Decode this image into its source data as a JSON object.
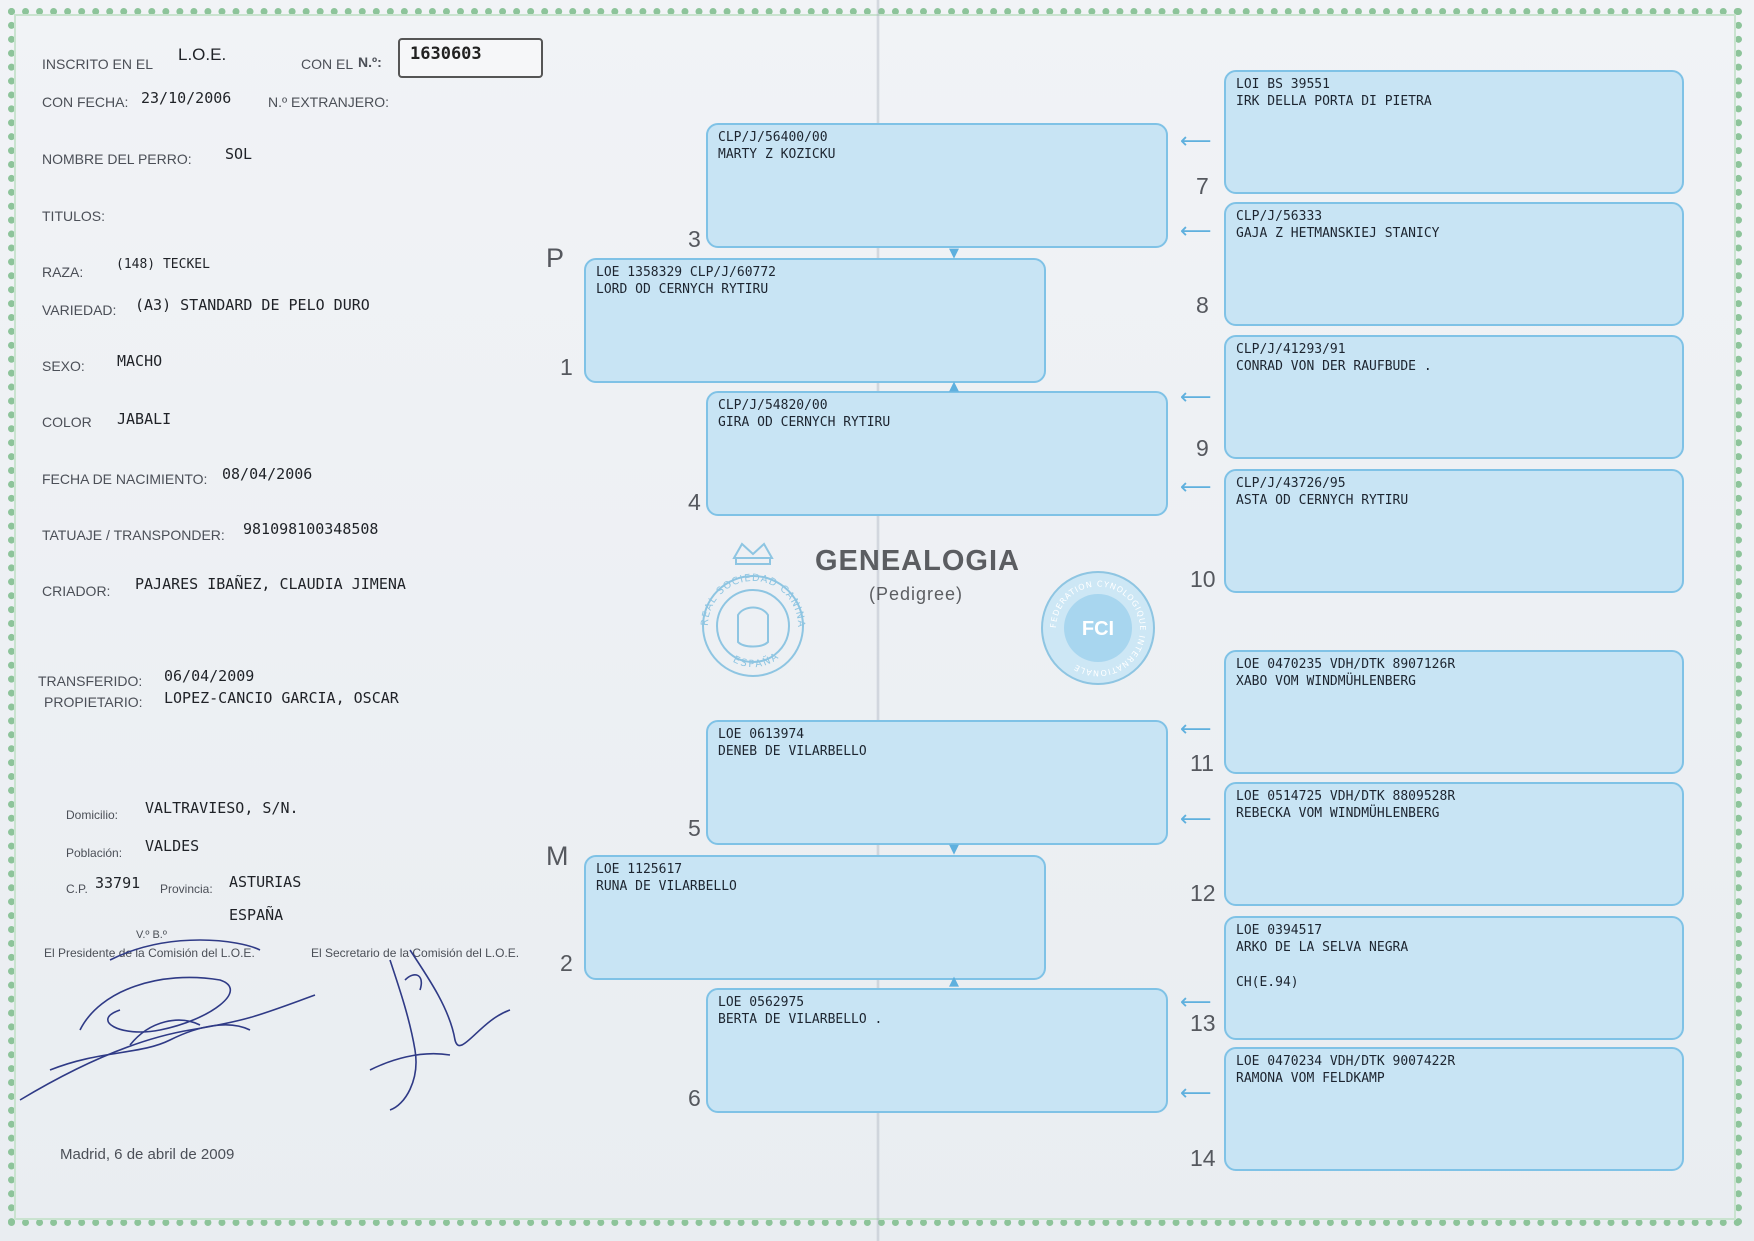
{
  "registry": {
    "inscrito_label": "INSCRITO EN EL",
    "inscrito_value": "L.O.E.",
    "con_el_label": "CON EL",
    "n_label": "N.º:",
    "number": "1630603",
    "con_fecha_label": "CON FECHA:",
    "con_fecha_value": "23/10/2006",
    "extranjero_label": "N.º EXTRANJERO:"
  },
  "dog": {
    "nombre_label": "NOMBRE DEL PERRO:",
    "nombre_value": "SOL",
    "titulos_label": "TITULOS:",
    "raza_label": "RAZA:",
    "raza_value": "(148) TECKEL",
    "variedad_label": "VARIEDAD:",
    "variedad_value": "(A3) STANDARD DE PELO DURO",
    "sexo_label": "SEXO:",
    "sexo_value": "MACHO",
    "color_label": "COLOR",
    "color_value": "JABALI",
    "nacimiento_label": "FECHA DE NACIMIENTO:",
    "nacimiento_value": "08/04/2006",
    "tatuaje_label": "TATUAJE / TRANSPONDER:",
    "tatuaje_value": "981098100348508",
    "criador_label": "CRIADOR:",
    "criador_value": "PAJARES IBAÑEZ, CLAUDIA JIMENA"
  },
  "owner": {
    "transferido_label": "TRANSFERIDO:",
    "transferido_value": "06/04/2009",
    "propietario_label": "PROPIETARIO:",
    "propietario_value": "LOPEZ-CANCIO GARCIA, OSCAR",
    "domicilio_label": "Domicilio:",
    "domicilio_value": "VALTRAVIESO, S/N.",
    "poblacion_label": "Población:",
    "poblacion_value": "VALDES",
    "cp_label": "C.P.",
    "cp_value": "33791",
    "provincia_label": "Provincia:",
    "provincia_value": "ASTURIAS",
    "pais_value": "ESPAÑA"
  },
  "signatures": {
    "vb": "V.º B.º",
    "presidente": "El Presidente de la Comisión del L.O.E.",
    "secretario": "El Secretario de la Comisión del L.O.E.",
    "place_date": "Madrid,  6 de abril de 2009"
  },
  "heading": {
    "title": "GENEALOGIA",
    "subtitle": "(Pedigree)",
    "seal_text_top": "REAL SOCIEDAD CANINA",
    "seal_text_bottom": "ESPAÑA",
    "fci_label": "FCI",
    "fci_ring_text": "FEDERATION CYNOLOGIQUE INTERNATIONALE"
  },
  "side_letters": {
    "sire": "P",
    "dam": "M"
  },
  "pedigree": [
    {
      "n": "1",
      "reg": "LOE 1358329   CLP/J/60772",
      "name": "LORD OD CERNYCH RYTIRU"
    },
    {
      "n": "2",
      "reg": "LOE 1125617",
      "name": "RUNA DE VILARBELLO"
    },
    {
      "n": "3",
      "reg": "CLP/J/56400/00",
      "name": "MARTY Z KOZICKU"
    },
    {
      "n": "4",
      "reg": "CLP/J/54820/00",
      "name": "GIRA OD CERNYCH RYTIRU"
    },
    {
      "n": "5",
      "reg": "LOE 0613974",
      "name": "DENEB DE VILARBELLO"
    },
    {
      "n": "6",
      "reg": "LOE 0562975",
      "name": "BERTA DE VILARBELLO ."
    },
    {
      "n": "7",
      "reg": "LOI BS 39551",
      "name": "IRK DELLA PORTA DI PIETRA"
    },
    {
      "n": "8",
      "reg": "CLP/J/56333",
      "name": "GAJA Z HETMANSKIEJ STANICY"
    },
    {
      "n": "9",
      "reg": "CLP/J/41293/91",
      "name": "CONRAD VON DER RAUFBUDE  ."
    },
    {
      "n": "10",
      "reg": "CLP/J/43726/95",
      "name": "ASTA OD CERNYCH RYTIRU"
    },
    {
      "n": "11",
      "reg": "LOE 0470235   VDH/DTK 8907126R",
      "name": "XABO VOM WINDMÜHLENBERG"
    },
    {
      "n": "12",
      "reg": "LOE 0514725   VDH/DTK 8809528R",
      "name": "REBECKA VOM WINDMÜHLENBERG"
    },
    {
      "n": "13",
      "reg": "LOE 0394517",
      "name": "ARKO DE LA SELVA NEGRA",
      "extra": "CH(E.94)"
    },
    {
      "n": "14",
      "reg": "LOE 0470234   VDH/DTK 9007422R",
      "name": "RAMONA VOM FELDKAMP"
    }
  ]
}
